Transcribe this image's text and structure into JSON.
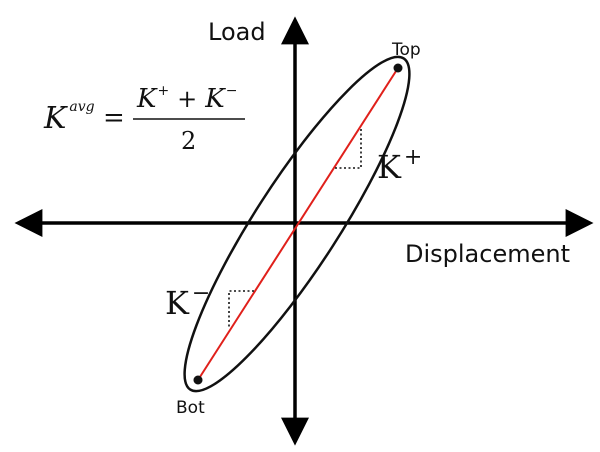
{
  "axes": {
    "y_label": "Load",
    "x_label": "Displacement"
  },
  "points": {
    "top_label": "Top",
    "bottom_label": "Bot"
  },
  "stiffness": {
    "k_plus_base": "K",
    "k_plus_sign": "+",
    "k_minus_base": "K",
    "k_minus_sign": "−"
  },
  "formula": {
    "lhs_base": "K",
    "lhs_sup": "avg",
    "equals": "=",
    "num_k1": "K",
    "num_k1_sup": "+",
    "num_plus": "+",
    "num_k2": "K",
    "num_k2_sup": "−",
    "denominator": "2"
  },
  "colors": {
    "curve": "#111111",
    "secant": "#e0201b",
    "axis": "#000000"
  }
}
